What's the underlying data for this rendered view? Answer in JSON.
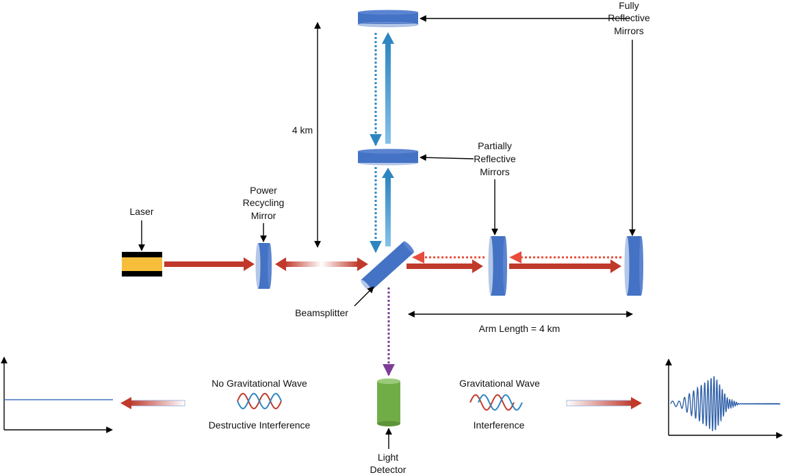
{
  "colors": {
    "mirror": "#4472C4",
    "mirror_dark": "#2F528F",
    "laser_beam": "#C0392B",
    "blue_beam": "#5DADE2",
    "purple_beam": "#7D3C98",
    "detector": "#70AD47",
    "laser_body": "#F6BE3A"
  },
  "labels": {
    "fully_reflective": [
      "Fully",
      "Reflective",
      "Mirrors"
    ],
    "partially_reflective": [
      "Partially",
      "Reflective",
      "Mirrors"
    ],
    "power_recycling": [
      "Power",
      "Recycling",
      "Mirror"
    ],
    "laser": "Laser",
    "beamsplitter": "Beamsplitter",
    "vertical_length": "4 km",
    "arm_length": "Arm Length = 4 km",
    "light_detector": [
      "Light",
      "Detector"
    ],
    "no_gw_title": "No Gravitational Wave",
    "no_gw_caption": "Destructive Interference",
    "gw_title": "Gravitational Wave",
    "gw_caption": "Interference"
  },
  "icons": {
    "laser": "laser-source-icon",
    "detector": "photodetector-icon",
    "wave_out_of_phase": "destructive-wave-icon",
    "wave_in_phase": "interference-wave-icon"
  }
}
